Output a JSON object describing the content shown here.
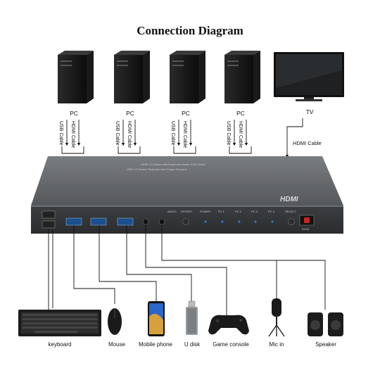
{
  "title": "Connection Diagram",
  "top_devices": [
    {
      "label": "PC"
    },
    {
      "label": "PC"
    },
    {
      "label": "PC"
    },
    {
      "label": "PC"
    },
    {
      "label": "TV"
    }
  ],
  "cable_labels": {
    "usb": "USB Cable",
    "hdmi": "HDMI Cable"
  },
  "switch": {
    "brand": "HDMI",
    "small_text_1": "HDMI 2.0 Switch with Keyboard Mouse KVM Switch",
    "small_text_2": "USB 3.0 Device, Keyboard and Cursor Focused",
    "port_labels": [
      "AUDIO",
      "HOTKEY",
      "POWER",
      "PC 1",
      "PC 2",
      "PC 3",
      "PC 4",
      "SELECT",
      "DC5V"
    ]
  },
  "bottom_devices": [
    {
      "label": "keyboard"
    },
    {
      "label": "Mouse"
    },
    {
      "label": "Mobile phone"
    },
    {
      "label": "U disk"
    },
    {
      "label": "Game console"
    },
    {
      "label": "Mic in"
    },
    {
      "label": "Speaker"
    }
  ]
}
